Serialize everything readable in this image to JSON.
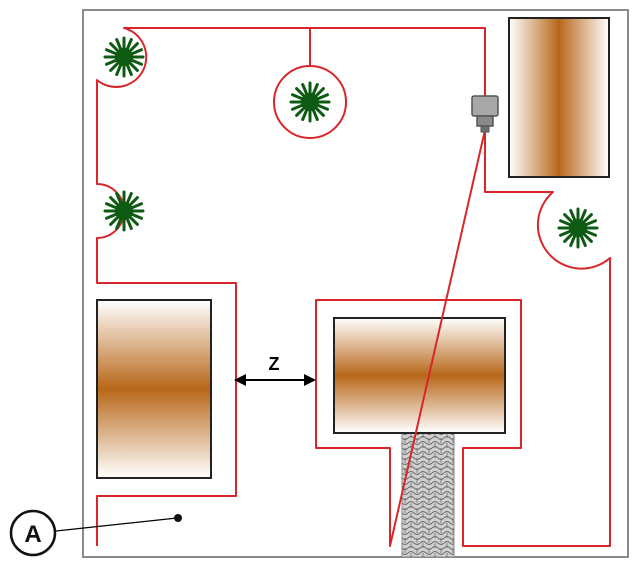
{
  "labels": {
    "callout": "A",
    "distance": "Z"
  },
  "icons": {
    "shrub": "shrub-icon",
    "charging_station": "charging-station-icon",
    "obstacle": "obstacle-block",
    "path": "paved-path"
  },
  "colors": {
    "boundary_wire": "#d9262b",
    "lawn_border": "#8a8a8a",
    "shrub": "#0d5a12",
    "obstacle_core": "#b8671a",
    "station": "#9a9a9a",
    "path": "#c8c8c8",
    "ink": "#000000"
  }
}
